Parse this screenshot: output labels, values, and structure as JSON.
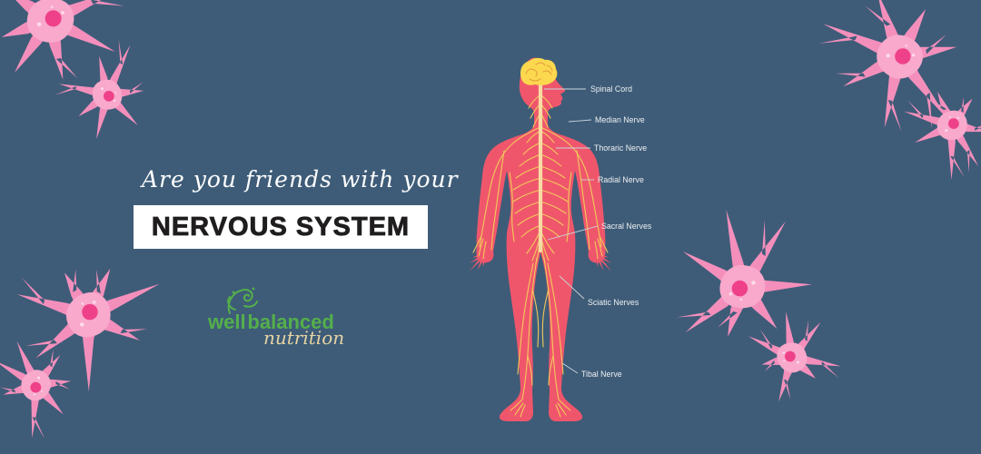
{
  "poster": {
    "headline_script": "Are you friends with your",
    "headline_title": "NERVOUS SYSTEM"
  },
  "logo": {
    "word1": "well",
    "word2": "balanced",
    "word3": "nutrition"
  },
  "anatomy": {
    "labels": [
      {
        "text": "Spinal Cord"
      },
      {
        "text": "Median Nerve"
      },
      {
        "text": "Thoraric Nerve"
      },
      {
        "text": "Radial Nerve"
      },
      {
        "text": "Sacral Nerves"
      },
      {
        "text": "Sciatic Nerves"
      },
      {
        "text": "Tibal Nerve"
      }
    ]
  },
  "colors": {
    "background": "#3E5C78",
    "body": "#F0566B",
    "nerve": "#F2C95B",
    "spine": "#F7DBA4",
    "brain": "#FBD84E",
    "brain_detail": "#E59F3E",
    "neuron_outer": "#F48FBC",
    "neuron_soma": "#F9A9CB",
    "neuron_nucleus": "#EE4189",
    "label_text": "#EDF0F2",
    "leader_line": "#CBD4DB",
    "title_bg": "#FFFFFF",
    "title_text": "#1F1D1E",
    "script_text": "#FFFFFF",
    "logo_green": "#54AF4B",
    "logo_cream": "#E6D3A3"
  }
}
